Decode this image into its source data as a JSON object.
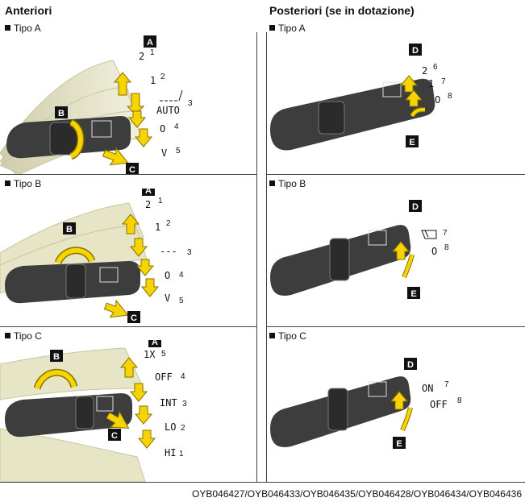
{
  "left_title": "Anteriori",
  "right_title": "Posteriori (se in dotazione)",
  "subtitles": {
    "front_a": "Tipo A",
    "front_b": "Tipo B",
    "front_c": "Tipo C",
    "rear_a": "Tipo A",
    "rear_b": "Tipo B",
    "rear_c": "Tipo C"
  },
  "callouts": {
    "a": "A",
    "b": "B",
    "c": "C",
    "d": "D",
    "e": "E"
  },
  "front_a": {
    "positions": [
      {
        "label": "2",
        "num": "1"
      },
      {
        "label": "1",
        "num": "2"
      },
      {
        "label": "AUTO",
        "num": "3"
      },
      {
        "label": "O",
        "num": "4"
      },
      {
        "label": "V",
        "num": "5"
      }
    ]
  },
  "front_b": {
    "positions": [
      {
        "label": "2",
        "num": "1"
      },
      {
        "label": "1",
        "num": "2"
      },
      {
        "label": "---",
        "num": "3"
      },
      {
        "label": "O",
        "num": "4"
      },
      {
        "label": "V",
        "num": "5"
      }
    ]
  },
  "front_c": {
    "positions": [
      {
        "label": "1X",
        "num": "5"
      },
      {
        "label": "OFF",
        "num": "4"
      },
      {
        "label": "INT",
        "num": "3"
      },
      {
        "label": "LO",
        "num": "2"
      },
      {
        "label": "HI",
        "num": "1"
      }
    ]
  },
  "rear_a": {
    "positions": [
      {
        "label": "2",
        "num": "6"
      },
      {
        "label": "1",
        "num": "7"
      },
      {
        "label": "O",
        "num": "8"
      }
    ]
  },
  "rear_b": {
    "positions": [
      {
        "label": "",
        "num": "7"
      },
      {
        "label": "O",
        "num": "8"
      }
    ]
  },
  "rear_c": {
    "positions": [
      {
        "label": "ON",
        "num": "7"
      },
      {
        "label": "OFF",
        "num": "8"
      }
    ]
  },
  "footer": "OYB046427/OYB046433/OYB046435/OYB046428/OYB046434/OYB046436",
  "colors": {
    "arrow": "#f6d400",
    "arrow_stroke": "#8a7000",
    "stalk": "#3d3d3d",
    "ghost": "#d9d8b8"
  }
}
